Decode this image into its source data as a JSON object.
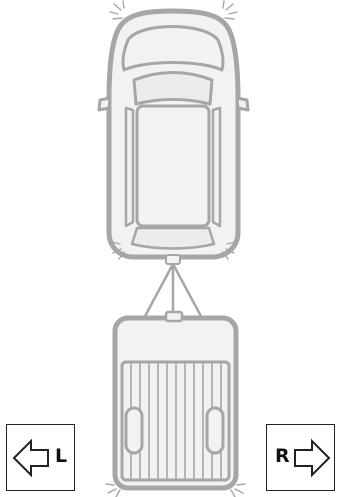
{
  "controls": {
    "left_signal": {
      "label": "L",
      "icon": "arrow-left-icon"
    },
    "right_signal": {
      "label": "R",
      "icon": "arrow-right-icon"
    }
  },
  "colors": {
    "outline": "#a6a6a6",
    "fill": "#f2f2f2",
    "button_border": "#222222",
    "text": "#111111"
  },
  "lights": {
    "car_front": "flash",
    "car_rear": "flash",
    "trailer_rear": "flash"
  }
}
